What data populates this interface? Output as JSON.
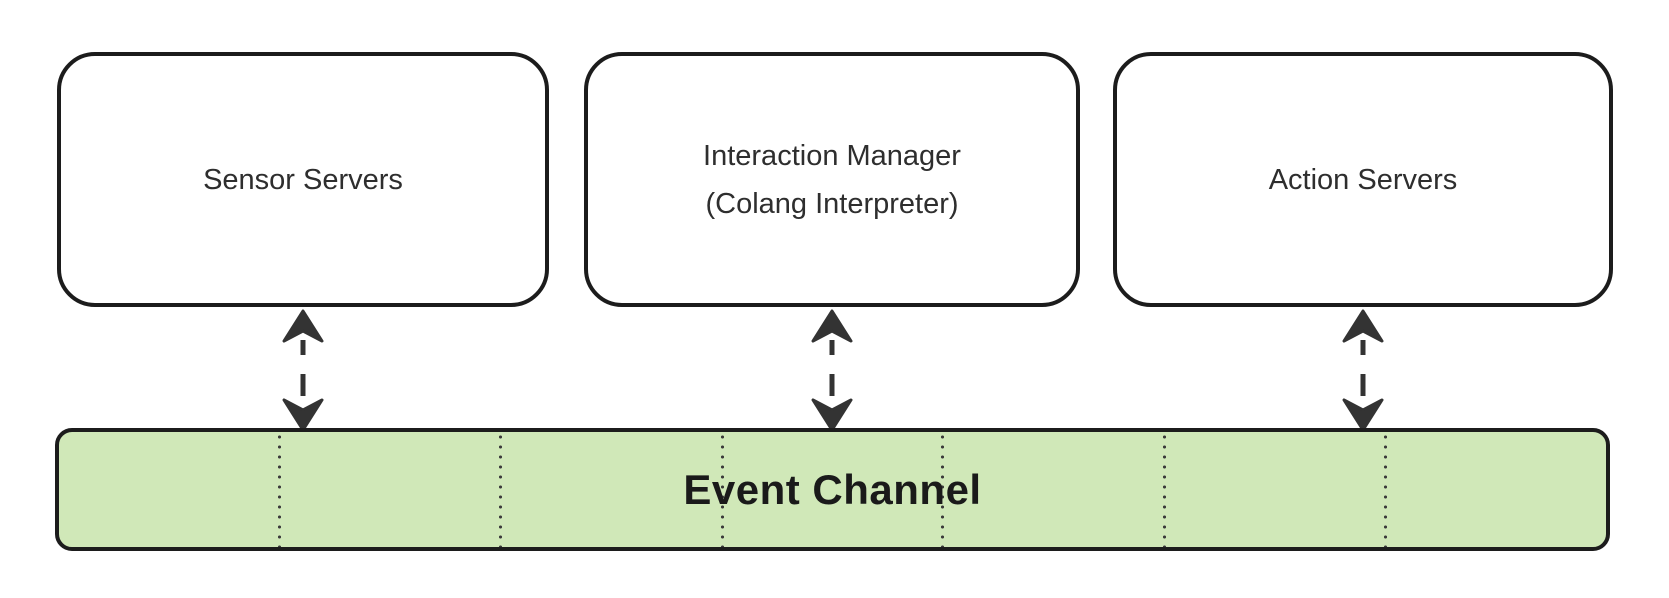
{
  "diagram": {
    "nodes": [
      {
        "id": "sensor-servers",
        "label": "Sensor Servers"
      },
      {
        "id": "interaction-manager",
        "label": "Interaction Manager",
        "sublabel": "(Colang Interpreter)"
      },
      {
        "id": "action-servers",
        "label": "Action Servers"
      }
    ],
    "channel": {
      "label": "Event Channel",
      "lane_divider_count": 6,
      "lane_count": 7
    },
    "connections": [
      {
        "from": "Sensor Servers",
        "to": "Event Channel",
        "direction": "bidirectional",
        "style": "dashed"
      },
      {
        "from": "Interaction Manager (Colang Interpreter)",
        "to": "Event Channel",
        "direction": "bidirectional",
        "style": "dashed"
      },
      {
        "from": "Action Servers",
        "to": "Event Channel",
        "direction": "bidirectional",
        "style": "dashed"
      }
    ],
    "colors": {
      "background": "#ffffff",
      "node_fill": "#ffffff",
      "outline": "#1c1c1c",
      "channel_fill": "#d0e8b8",
      "arrow": "#333333",
      "text": "#2e2e2e"
    }
  }
}
